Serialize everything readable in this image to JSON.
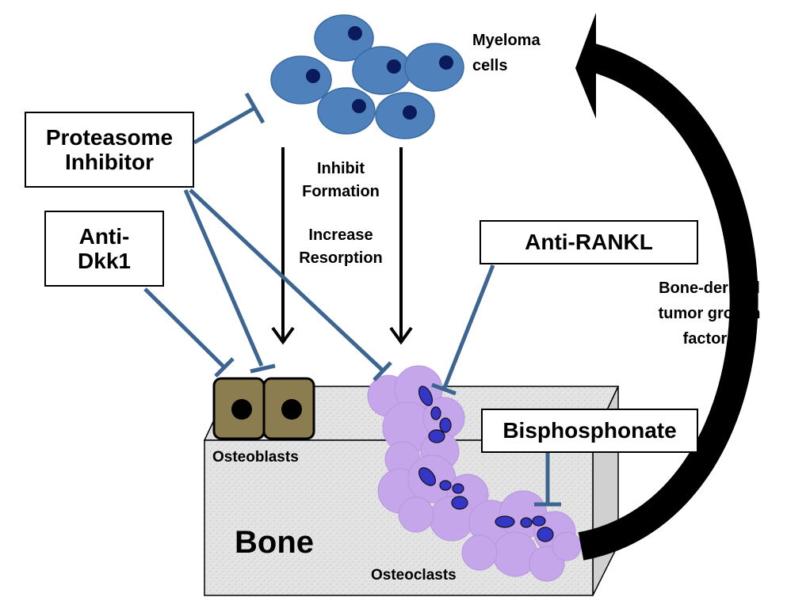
{
  "boxes": {
    "proteasome": {
      "line1": "Proteasome",
      "line2": "Inhibitor"
    },
    "anti_dkk1": {
      "line1": "Anti-",
      "line2": "Dkk1"
    },
    "anti_rankl": {
      "text": "Anti-RANKL"
    },
    "bisphosphonate": {
      "text": "Bisphosphonate"
    }
  },
  "labels": {
    "myeloma_line1": "Myeloma",
    "myeloma_line2": "cells",
    "inhibit_line1": "Inhibit",
    "inhibit_line2": "Formation",
    "increase_line1": "Increase",
    "increase_line2": "Resorption",
    "bone_derived_line1": "Bone-derived",
    "bone_derived_line2": "tumor growth",
    "bone_derived_line3": "factors",
    "osteoblasts": "Osteoblasts",
    "osteoclasts": "Osteoclasts",
    "bone": "Bone"
  },
  "colors": {
    "myeloma_cell": "#4f81bd",
    "myeloma_nucleus": "#0a1a5a",
    "inhibitor_line": "#3d6591",
    "osteoblast": "#8b7d4f",
    "osteoclast": "#c6a6ea",
    "osteoclast_nucleus": "#3535c6",
    "bone": "#e3e3e3"
  }
}
